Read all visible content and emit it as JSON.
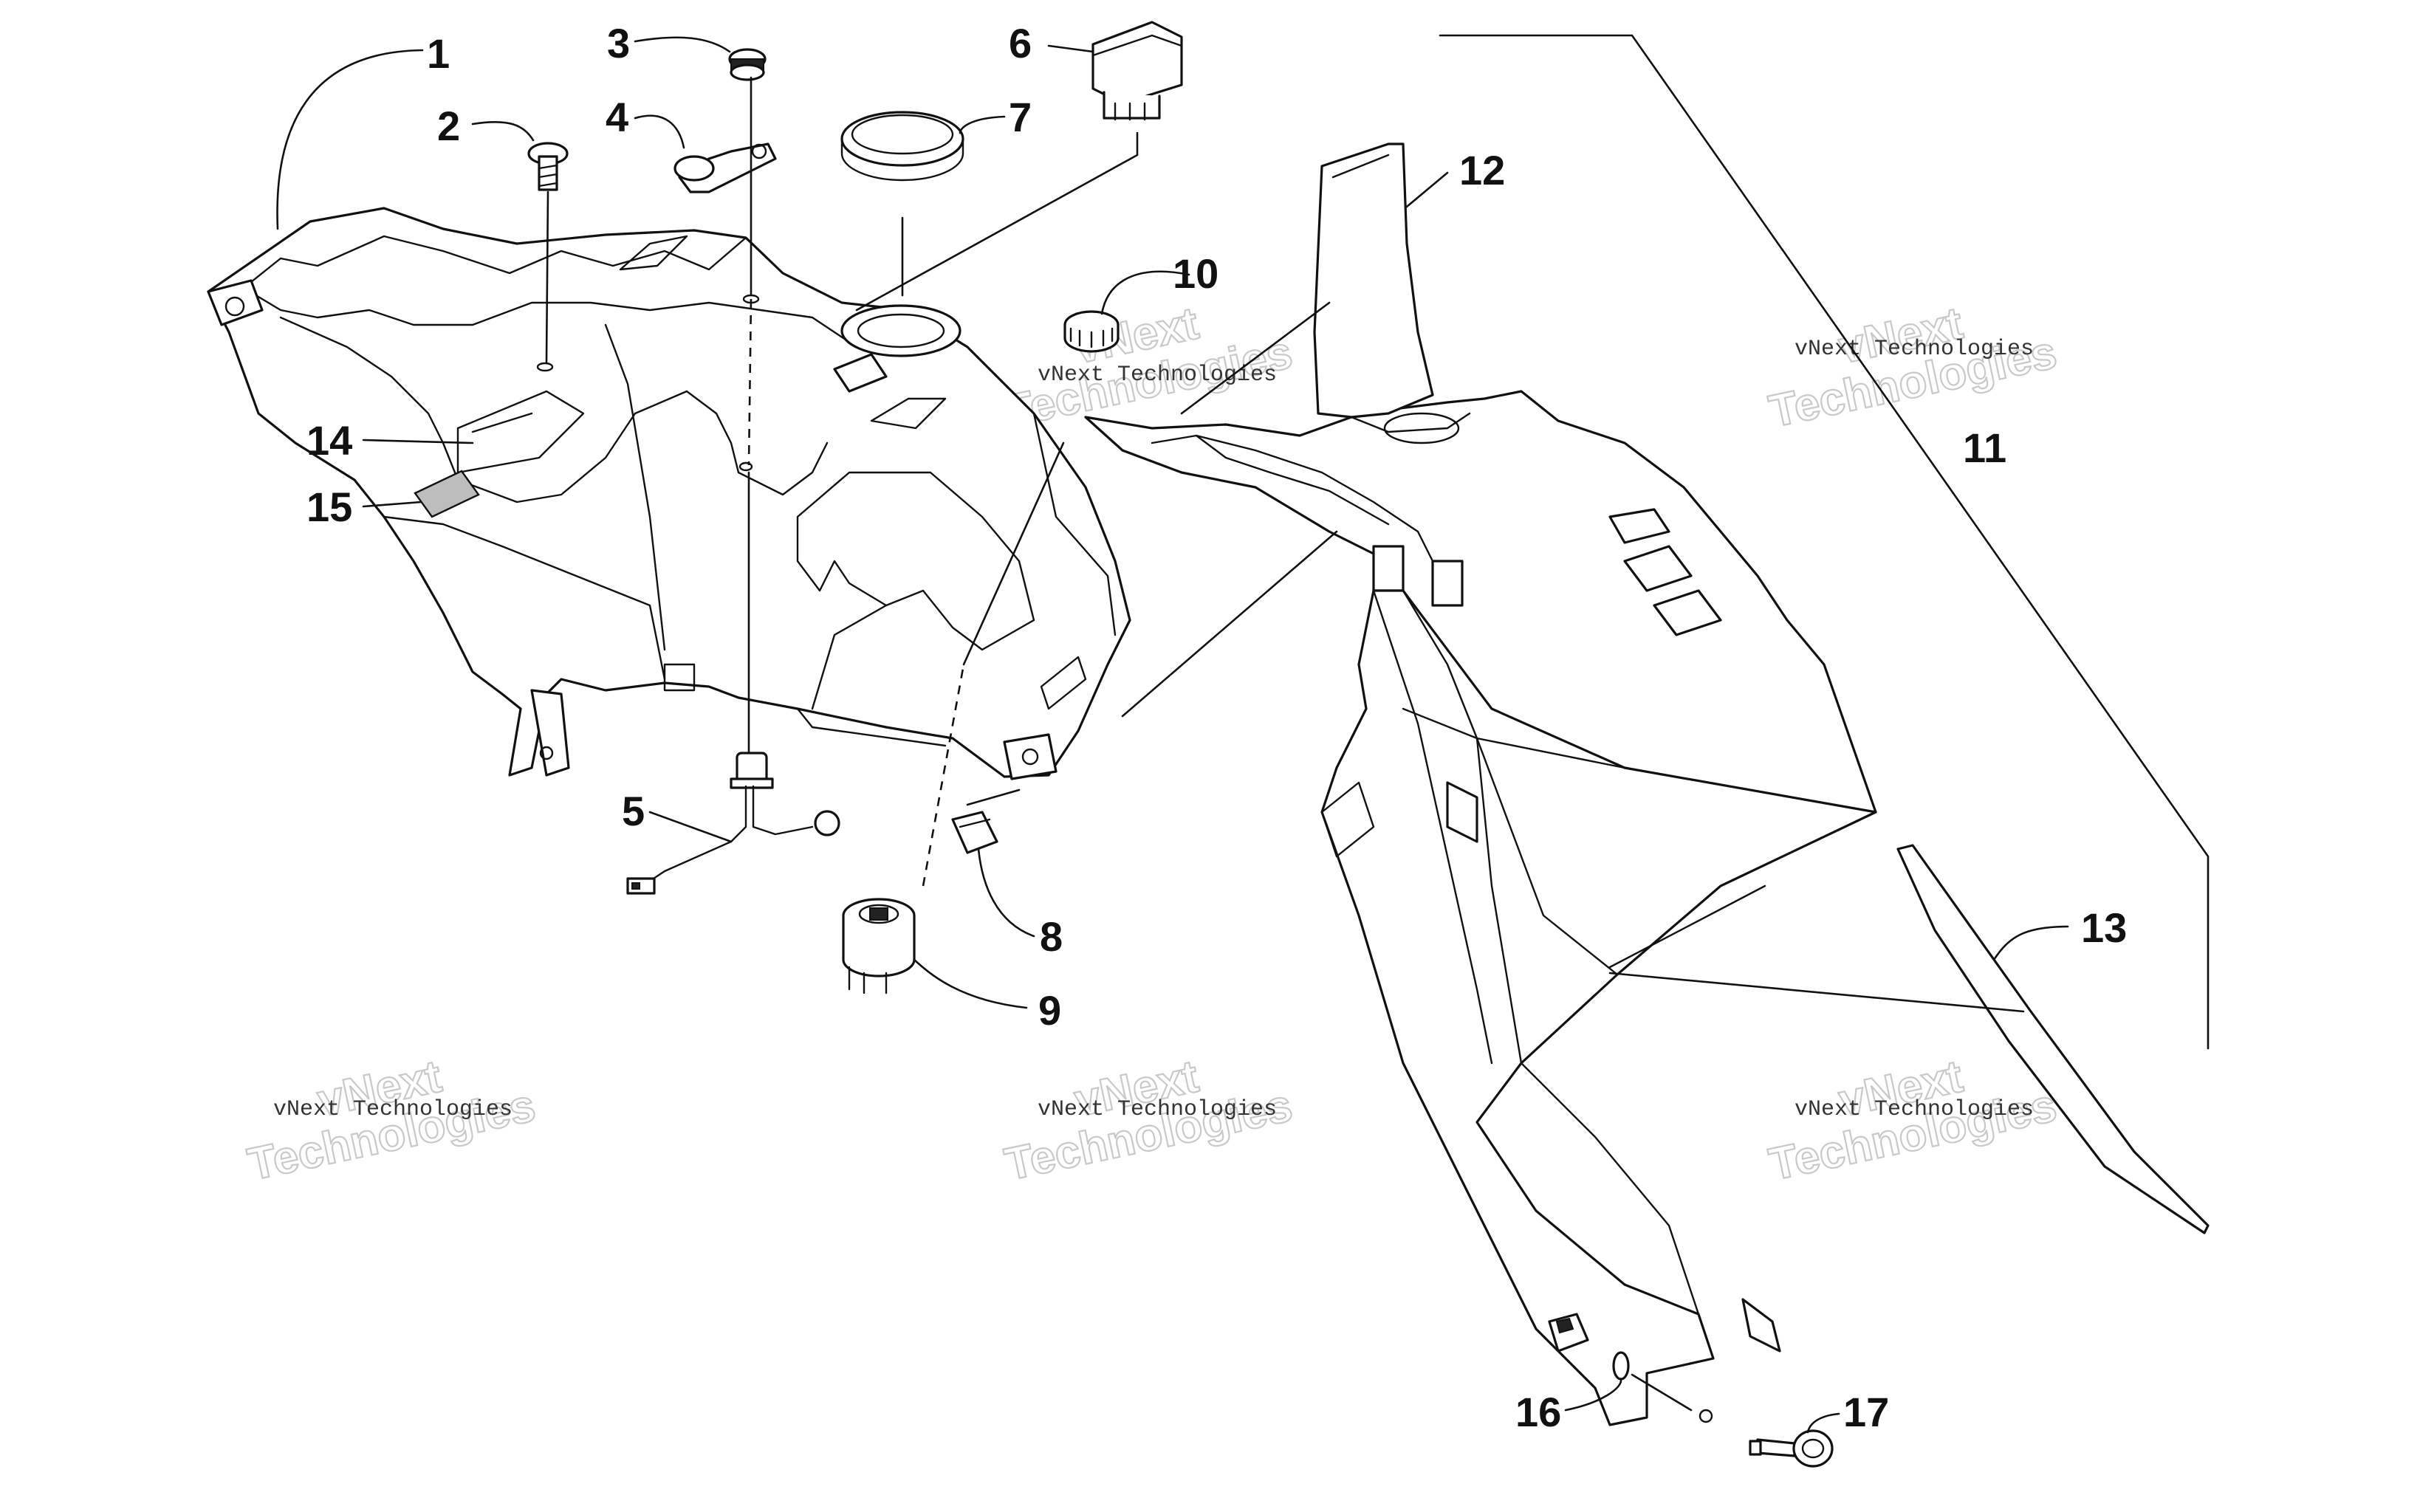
{
  "callouts": [
    {
      "num": "1"
    },
    {
      "num": "2"
    },
    {
      "num": "3"
    },
    {
      "num": "4"
    },
    {
      "num": "5"
    },
    {
      "num": "6"
    },
    {
      "num": "7"
    },
    {
      "num": "8"
    },
    {
      "num": "9"
    },
    {
      "num": "10"
    },
    {
      "num": "11"
    },
    {
      "num": "12"
    },
    {
      "num": "13"
    },
    {
      "num": "14"
    },
    {
      "num": "15"
    },
    {
      "num": "16"
    },
    {
      "num": "17"
    }
  ],
  "watermark": {
    "line1": "vNext",
    "line2": "Technologies",
    "small": "vNext Technologies"
  },
  "colors": {
    "ink": "#111111",
    "watermark": "#c9c9c9"
  }
}
